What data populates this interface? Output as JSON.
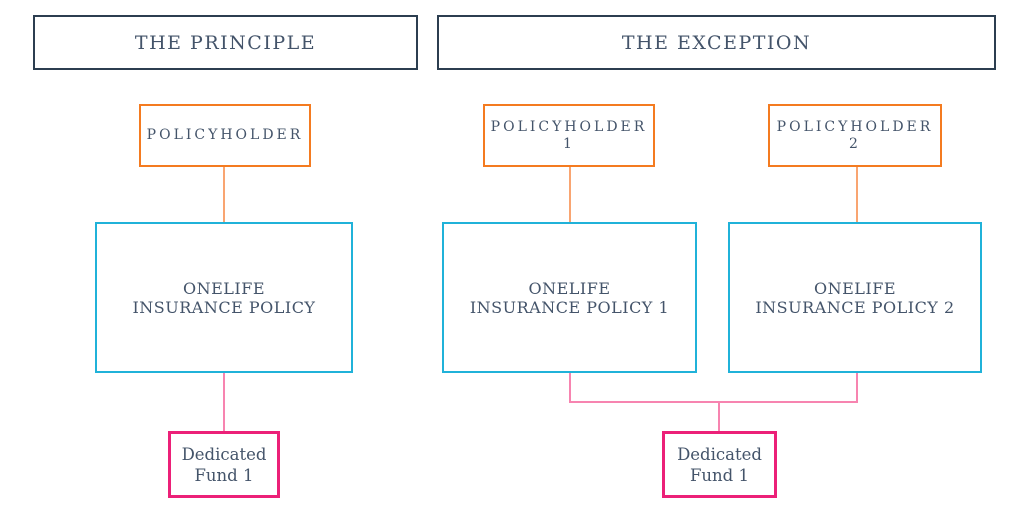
{
  "colors": {
    "navy": "#2c3e50",
    "text": "#44546a",
    "orange": "#f47b20",
    "orange_light": "#f9a571",
    "cyan": "#20b2d9",
    "pink": "#ec2078",
    "pink_light": "#f784b0",
    "bg": "#ffffff"
  },
  "sections": [
    {
      "id": "principle",
      "title": "THE PRINCIPLE",
      "policyholders": [
        {
          "lines": [
            "POLICYHOLDER"
          ]
        }
      ],
      "policies": [
        {
          "lines": [
            "ONELIFE",
            "INSURANCE POLICY"
          ]
        }
      ],
      "fund": {
        "lines": [
          "Dedicated",
          "Fund 1"
        ]
      }
    },
    {
      "id": "exception",
      "title": "THE EXCEPTION",
      "policyholders": [
        {
          "lines": [
            "POLICYHOLDER",
            "1"
          ]
        },
        {
          "lines": [
            "POLICYHOLDER",
            "2"
          ]
        }
      ],
      "policies": [
        {
          "lines": [
            "ONELIFE",
            "INSURANCE POLICY 1"
          ]
        },
        {
          "lines": [
            "ONELIFE",
            "INSURANCE POLICY 2"
          ]
        }
      ],
      "fund": {
        "lines": [
          "Dedicated",
          "Fund 1"
        ]
      }
    }
  ]
}
